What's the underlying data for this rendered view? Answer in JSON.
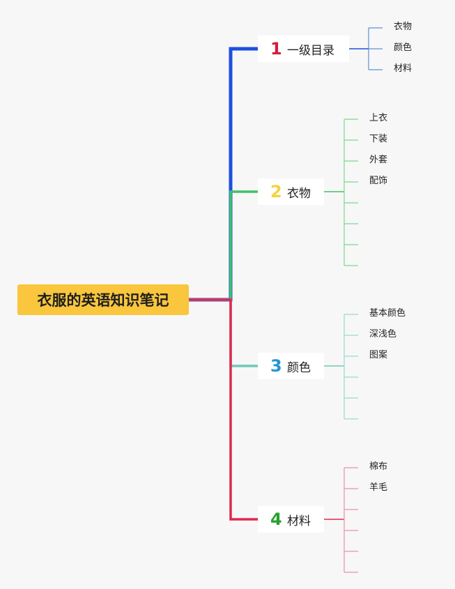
{
  "root": {
    "title": "衣服的英语知识笔记"
  },
  "topics": [
    {
      "num": "1",
      "label": "一级目录",
      "num_color": "#d41e3a",
      "line_color": "#1d4fe0",
      "leaf_color": "#5b8fd9",
      "leaves": [
        "衣物",
        "颜色",
        "材料"
      ],
      "slots": 3
    },
    {
      "num": "2",
      "label": "衣物",
      "num_color": "#f3d23e",
      "line_color": "#3fc266",
      "leaf_color": "#79d98f",
      "leaves": [
        "上衣",
        "下装",
        "外套",
        "配饰"
      ],
      "slots": 8
    },
    {
      "num": "3",
      "label": "颜色",
      "num_color": "#2394d8",
      "line_color": "#6fc8b8",
      "leaf_color": "#9bd8cd",
      "leaves": [
        "基本颜色",
        "深浅色",
        "图案"
      ],
      "slots": 6
    },
    {
      "num": "4",
      "label": "材料",
      "num_color": "#27a12c",
      "line_color": "#e0284e",
      "leaf_color": "#ef8fa3",
      "leaves": [
        "棉布",
        "羊毛"
      ],
      "slots": 6
    }
  ]
}
